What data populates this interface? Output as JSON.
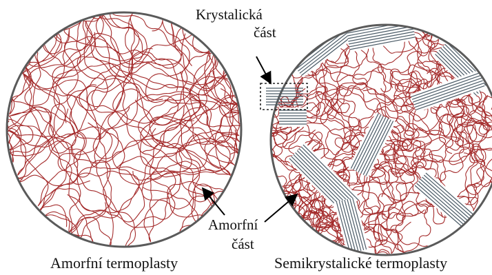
{
  "labels": {
    "crystalline_line1": "Krystalická",
    "crystalline_line2": "část",
    "amorphous_line1": "Amorfní",
    "amorphous_line2": "část"
  },
  "captions": {
    "left": "Amorfní termoplasty",
    "right": "Semikrystalické termoplasty"
  },
  "colors": {
    "chain": "#a42b2b",
    "lamella": "#4a5a66",
    "circle_outline": "#5a5a5a",
    "text": "#111111"
  }
}
